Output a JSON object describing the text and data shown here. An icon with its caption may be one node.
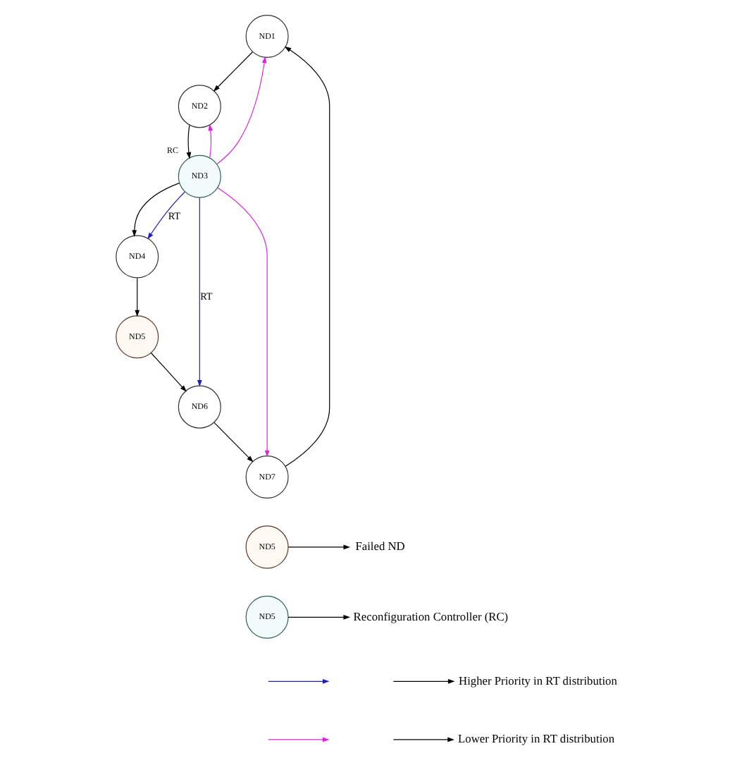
{
  "diagram": {
    "nodes": [
      {
        "text": [
          "ND1"
        ]
      },
      {
        "text": [
          "ND2"
        ]
      },
      {
        "text": [
          "ND3"
        ],
        "beside": [
          "RC"
        ]
      },
      {
        "text": [
          "ND4"
        ]
      },
      {
        "text": [
          "ND5"
        ]
      },
      {
        "text": [
          "ND6"
        ]
      },
      {
        "text": [
          "ND7"
        ]
      },
      {
        "text": [
          "ND5"
        ]
      },
      {
        "text": [
          "Failed ND"
        ]
      },
      {
        "text": [
          "ND5"
        ]
      },
      {
        "text": [
          "Reconfiguration Controller (RC)"
        ]
      }
    ],
    "edges": [
      {
        "from": 1,
        "to": 2,
        "arrow": "to"
      },
      {
        "from": 2,
        "to": 3,
        "arrow": "to"
      },
      {
        "from": 2,
        "to": 1,
        "arrow": "to",
        "color": "#e020e0"
      },
      {
        "from": 2,
        "to": 0,
        "arrow": "to",
        "color": "#e020e0"
      },
      {
        "from": 2,
        "to": 3,
        "arrow": "to",
        "color": "#2020c0",
        "label": "RT"
      },
      {
        "from": 0,
        "to": 1,
        "arrow": "to"
      },
      {
        "from": 2,
        "to": 6,
        "arrow": "to",
        "color": "#e020e0"
      },
      {
        "from": 2,
        "to": 5,
        "arrow": "to",
        "color": "#2020c0",
        "label": "RT"
      },
      {
        "from": 3,
        "to": 4,
        "arrow": "to"
      },
      {
        "from": 4,
        "to": 5,
        "arrow": "to"
      },
      {
        "from": 5,
        "to": 6,
        "arrow": "to"
      },
      {
        "from": 6,
        "to": 0,
        "arrow": "to"
      },
      {
        "from": 7,
        "to": 8,
        "arrow": "to"
      },
      {
        "from": 9,
        "to": 10,
        "arrow": "to"
      }
    ],
    "legend": [
      {
        "text": "Higher Priority in RT distribution"
      },
      {
        "text": "Lower Priority in RT distribution"
      }
    ]
  }
}
